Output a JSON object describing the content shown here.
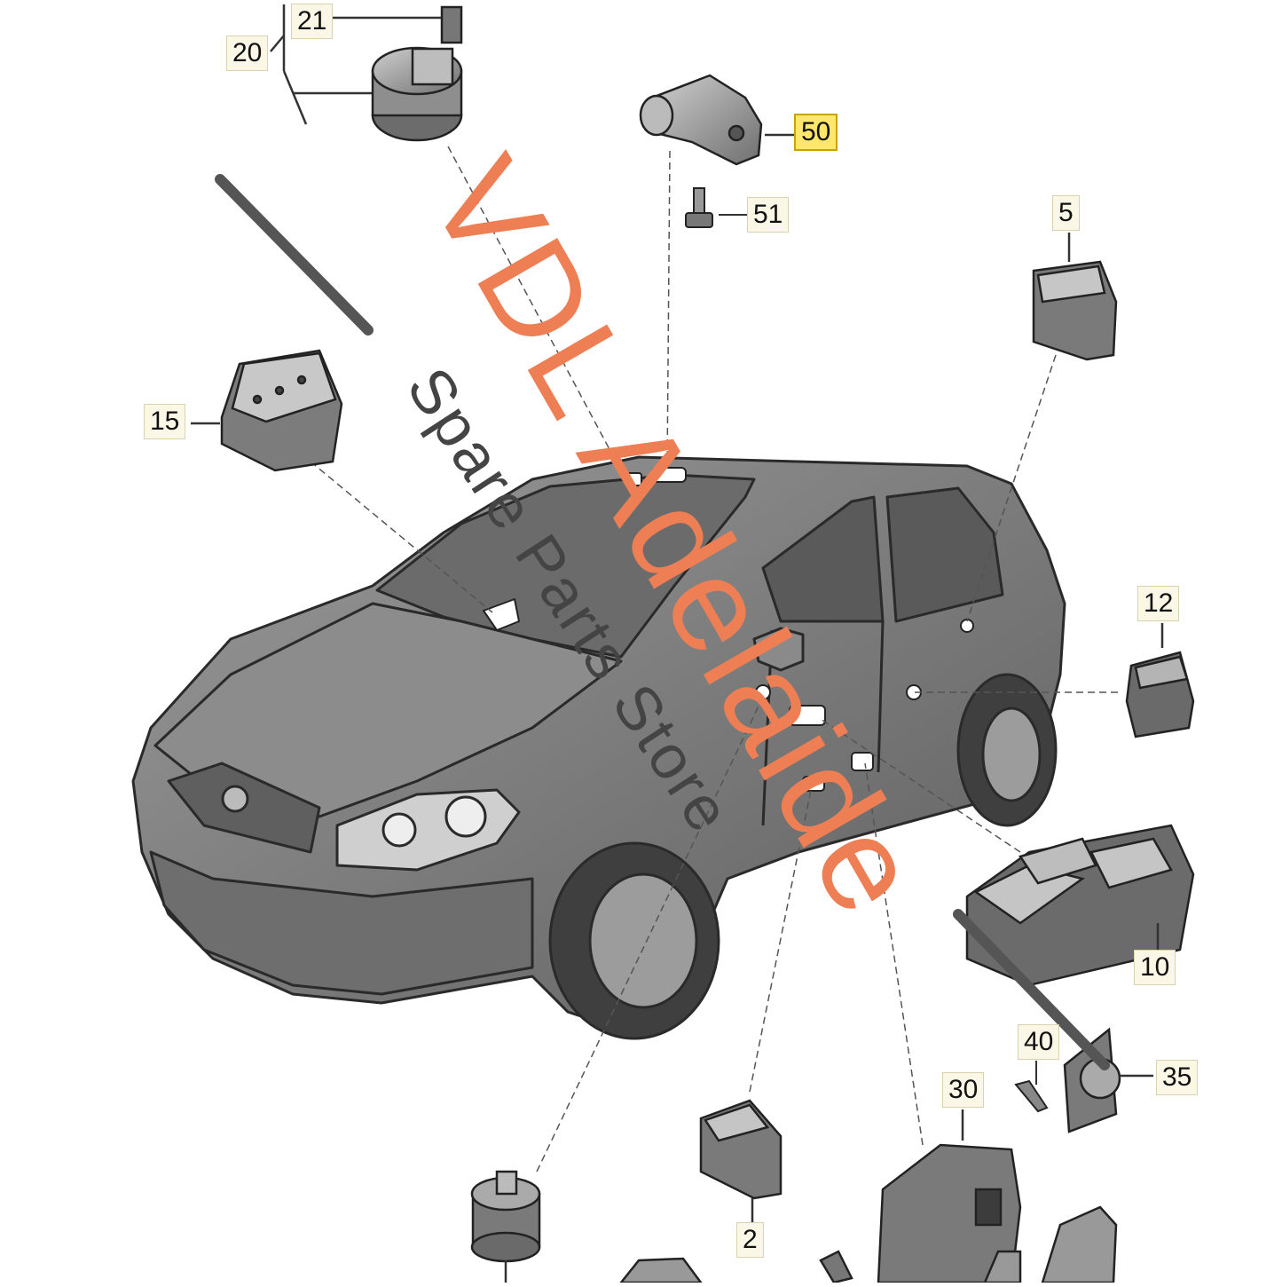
{
  "callouts": [
    {
      "id": "21",
      "label": "21"
    },
    {
      "id": "20",
      "label": "20"
    },
    {
      "id": "50",
      "label": "50",
      "highlight": true
    },
    {
      "id": "51",
      "label": "51"
    },
    {
      "id": "5",
      "label": "5"
    },
    {
      "id": "15",
      "label": "15"
    },
    {
      "id": "12",
      "label": "12"
    },
    {
      "id": "10",
      "label": "10"
    },
    {
      "id": "40",
      "label": "40"
    },
    {
      "id": "35",
      "label": "35"
    },
    {
      "id": "30",
      "label": "30"
    },
    {
      "id": "2",
      "label": "2"
    }
  ],
  "watermark": {
    "brand": "VDL Adelaide",
    "sub": "Spare Parts Store"
  },
  "colors": {
    "callout_highlight": "#ffe76a",
    "watermark_brand": "#ee7f55",
    "part_body": "#8a8a8a",
    "car_body": "#7d7d7d"
  }
}
